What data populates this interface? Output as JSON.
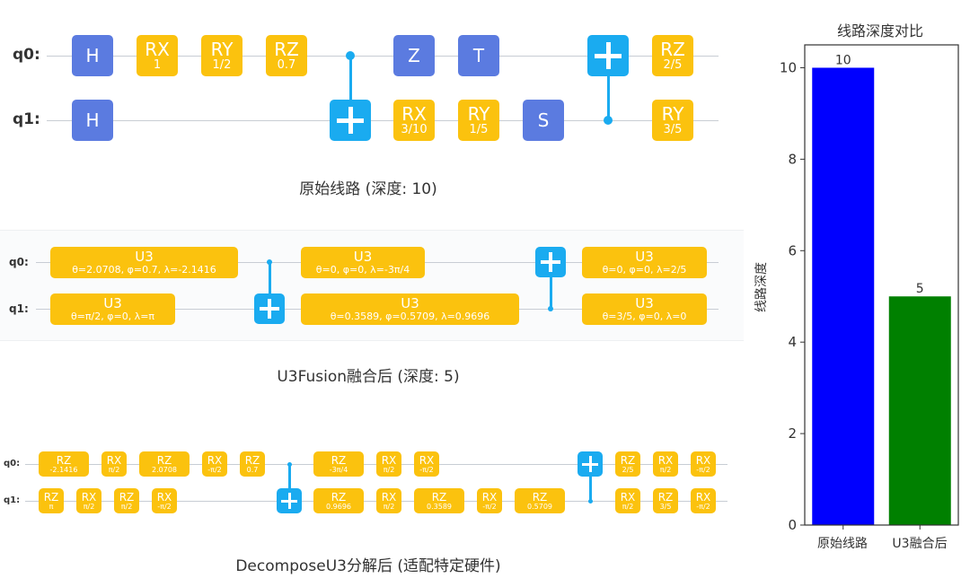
{
  "panels": [
    {
      "caption": "原始线路 (深度: 10)",
      "qubits": [
        "q0:",
        "q1:"
      ],
      "gates": [
        {
          "q": 0,
          "name": "H",
          "param": "",
          "kind": "blue"
        },
        {
          "q": 1,
          "name": "H",
          "param": "",
          "kind": "blue"
        },
        {
          "q": 0,
          "name": "RX",
          "param": "1",
          "kind": "gold"
        },
        {
          "q": 0,
          "name": "RY",
          "param": "1/2",
          "kind": "gold"
        },
        {
          "q": 0,
          "name": "RZ",
          "param": "0.7",
          "kind": "gold"
        },
        {
          "q": 0,
          "name": "Z",
          "param": "",
          "kind": "blue"
        },
        {
          "q": 1,
          "name": "RX",
          "param": "3/10",
          "kind": "gold"
        },
        {
          "q": 0,
          "name": "T",
          "param": "",
          "kind": "blue"
        },
        {
          "q": 1,
          "name": "RY",
          "param": "1/5",
          "kind": "gold"
        },
        {
          "q": 1,
          "name": "S",
          "param": "",
          "kind": "blue"
        },
        {
          "q": 0,
          "name": "RZ",
          "param": "2/5",
          "kind": "gold"
        },
        {
          "q": 1,
          "name": "RY",
          "param": "3/5",
          "kind": "gold"
        }
      ],
      "cnots": [
        {
          "control": 0,
          "target": 1
        },
        {
          "control": 1,
          "target": 0
        }
      ]
    },
    {
      "caption": "U3Fusion融合后 (深度: 5)",
      "qubits": [
        "q0:",
        "q1:"
      ],
      "gates": [
        {
          "q": 0,
          "name": "U3",
          "param": "θ=2.0708, φ=0.7, λ=-2.1416",
          "kind": "gold"
        },
        {
          "q": 1,
          "name": "U3",
          "param": "θ=π/2, φ=0, λ=π",
          "kind": "gold"
        },
        {
          "q": 0,
          "name": "U3",
          "param": "θ=0, φ=0, λ=-3π/4",
          "kind": "gold"
        },
        {
          "q": 1,
          "name": "U3",
          "param": "θ=0.3589, φ=0.5709, λ=0.9696",
          "kind": "gold"
        },
        {
          "q": 0,
          "name": "U3",
          "param": "θ=0, φ=0, λ=2/5",
          "kind": "gold"
        },
        {
          "q": 1,
          "name": "U3",
          "param": "θ=3/5, φ=0, λ=0",
          "kind": "gold"
        }
      ],
      "cnots": [
        {
          "control": 0,
          "target": 1
        },
        {
          "control": 1,
          "target": 0
        }
      ]
    },
    {
      "caption": "DecomposeU3分解后 (适配特定硬件)",
      "qubits": [
        "q0:",
        "q1:"
      ],
      "gates": [
        {
          "q": 0,
          "name": "RZ",
          "param": "-2.1416",
          "kind": "gold"
        },
        {
          "q": 0,
          "name": "RX",
          "param": "π/2",
          "kind": "gold"
        },
        {
          "q": 0,
          "name": "RZ",
          "param": "2.0708",
          "kind": "gold"
        },
        {
          "q": 0,
          "name": "RX",
          "param": "-π/2",
          "kind": "gold"
        },
        {
          "q": 0,
          "name": "RZ",
          "param": "0.7",
          "kind": "gold"
        },
        {
          "q": 1,
          "name": "RZ",
          "param": "π",
          "kind": "gold"
        },
        {
          "q": 1,
          "name": "RX",
          "param": "π/2",
          "kind": "gold"
        },
        {
          "q": 1,
          "name": "RZ",
          "param": "π/2",
          "kind": "gold"
        },
        {
          "q": 1,
          "name": "RX",
          "param": "-π/2",
          "kind": "gold"
        },
        {
          "q": 0,
          "name": "RZ",
          "param": "-3π/4",
          "kind": "gold"
        },
        {
          "q": 0,
          "name": "RX",
          "param": "π/2",
          "kind": "gold"
        },
        {
          "q": 0,
          "name": "RX",
          "param": "-π/2",
          "kind": "gold"
        },
        {
          "q": 1,
          "name": "RZ",
          "param": "0.9696",
          "kind": "gold"
        },
        {
          "q": 1,
          "name": "RX",
          "param": "π/2",
          "kind": "gold"
        },
        {
          "q": 1,
          "name": "RZ",
          "param": "0.3589",
          "kind": "gold"
        },
        {
          "q": 1,
          "name": "RX",
          "param": "-π/2",
          "kind": "gold"
        },
        {
          "q": 1,
          "name": "RZ",
          "param": "0.5709",
          "kind": "gold"
        },
        {
          "q": 0,
          "name": "RZ",
          "param": "2/5",
          "kind": "gold"
        },
        {
          "q": 0,
          "name": "RX",
          "param": "π/2",
          "kind": "gold"
        },
        {
          "q": 0,
          "name": "RX",
          "param": "-π/2",
          "kind": "gold"
        },
        {
          "q": 1,
          "name": "RX",
          "param": "π/2",
          "kind": "gold"
        },
        {
          "q": 1,
          "name": "RZ",
          "param": "3/5",
          "kind": "gold"
        },
        {
          "q": 1,
          "name": "RX",
          "param": "-π/2",
          "kind": "gold"
        }
      ],
      "cnots": [
        {
          "control": 0,
          "target": 1
        },
        {
          "control": 1,
          "target": 0
        }
      ]
    }
  ],
  "colors": {
    "single_qubit_gate": "#5b7be0",
    "rotation_gate": "#fbc20e",
    "cnot": "#1aabf0",
    "wire": "#c8cdd4"
  },
  "chart_data": {
    "type": "bar",
    "title": "线路深度对比",
    "categories": [
      "原始线路",
      "U3融合后"
    ],
    "values": [
      10,
      5
    ],
    "data_labels": [
      "10",
      "5"
    ],
    "bar_colors": [
      "#0000ff",
      "#008000"
    ],
    "xlabel": "",
    "ylabel": "线路深度",
    "ylim": [
      0,
      10.5
    ],
    "yticks": [
      0,
      2,
      4,
      6,
      8,
      10
    ],
    "ytick_labels": [
      "0",
      "2",
      "4",
      "6",
      "8",
      "10"
    ],
    "grid": false
  }
}
